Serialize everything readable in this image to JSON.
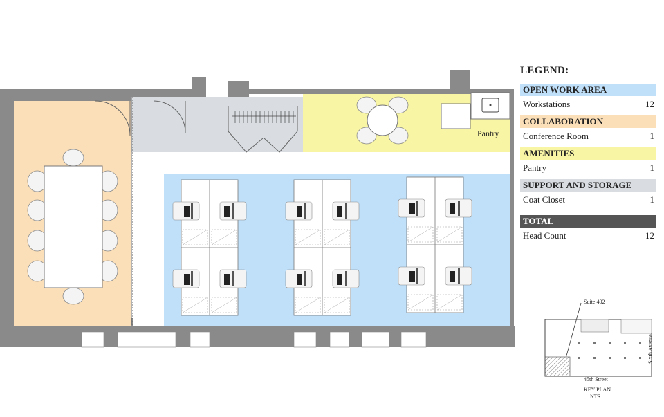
{
  "legend": {
    "title": "LEGEND:",
    "categories": [
      {
        "name": "OPEN WORK AREA",
        "color": "#c0e0fa",
        "items": [
          {
            "label": "Workstations",
            "count": "12"
          }
        ]
      },
      {
        "name": "COLLABORATION",
        "color": "#fbdfb8",
        "items": [
          {
            "label": "Conference Room",
            "count": "1"
          }
        ]
      },
      {
        "name": "AMENITIES",
        "color": "#f8f5a4",
        "items": [
          {
            "label": "Pantry",
            "count": "1"
          }
        ]
      },
      {
        "name": "SUPPORT AND STORAGE",
        "color": "#d9dde2",
        "items": [
          {
            "label": "Coat Closet",
            "count": "1"
          }
        ]
      },
      {
        "name": "TOTAL",
        "color": "#555555",
        "items": [
          {
            "label": "Head Count",
            "count": "12"
          }
        ]
      }
    ]
  },
  "plan": {
    "room_labels": {
      "pantry": "Pantry"
    },
    "colors": {
      "open_work": "#c0e0fa",
      "collaboration": "#fbdfb8",
      "amenities": "#f8f5a4",
      "support": "#d9dde2",
      "wall": "#8a8a8a"
    }
  },
  "key_plan": {
    "suite": "Suite 402",
    "street": "45th Street",
    "avenue": "Sixth Avenue",
    "title": "KEY PLAN",
    "scale": "NTS"
  }
}
